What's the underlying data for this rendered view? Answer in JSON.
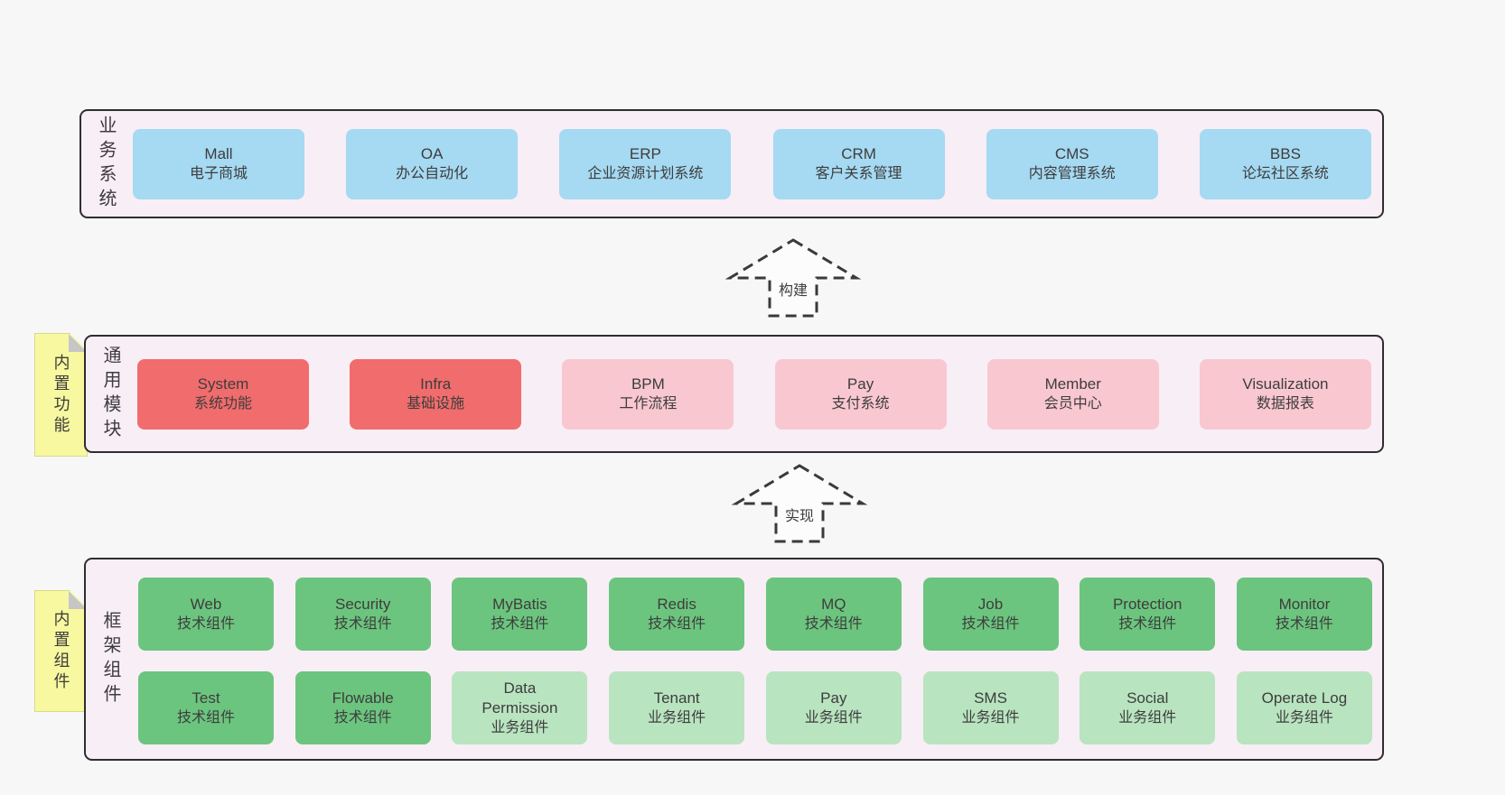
{
  "colors": {
    "page_bg": "#f7f7f7",
    "layer_bg": "#f8eef6",
    "layer_border": "#2e2e2e",
    "blue_box": "#a6d9f2",
    "red_box": "#f16c6c",
    "pink_box": "#f9c7d0",
    "green_box": "#6cc57e",
    "light_green_box": "#b9e4c0",
    "note_bg": "#f8f8a0",
    "text": "#3d3d3d"
  },
  "layers": [
    {
      "label": "业务系统",
      "boxes": [
        {
          "name": "Mall",
          "desc": "电子商城",
          "variant": "blue"
        },
        {
          "name": "OA",
          "desc": "办公自动化",
          "variant": "blue"
        },
        {
          "name": "ERP",
          "desc": "企业资源计划系统",
          "variant": "blue"
        },
        {
          "name": "CRM",
          "desc": "客户关系管理",
          "variant": "blue"
        },
        {
          "name": "CMS",
          "desc": "内容管理系统",
          "variant": "blue"
        },
        {
          "name": "BBS",
          "desc": "论坛社区系统",
          "variant": "blue"
        }
      ]
    },
    {
      "label": "通用模块",
      "note": "内置功能",
      "boxes": [
        {
          "name": "System",
          "desc": "系统功能",
          "variant": "red"
        },
        {
          "name": "Infra",
          "desc": "基础设施",
          "variant": "red"
        },
        {
          "name": "BPM",
          "desc": "工作流程",
          "variant": "pink"
        },
        {
          "name": "Pay",
          "desc": "支付系统",
          "variant": "pink"
        },
        {
          "name": "Member",
          "desc": "会员中心",
          "variant": "pink"
        },
        {
          "name": "Visualization",
          "desc": "数据报表",
          "variant": "pink"
        }
      ]
    },
    {
      "label": "框架组件",
      "note": "内置组件",
      "rows": [
        [
          {
            "name": "Web",
            "desc": "技术组件",
            "variant": "green"
          },
          {
            "name": "Security",
            "desc": "技术组件",
            "variant": "green"
          },
          {
            "name": "MyBatis",
            "desc": "技术组件",
            "variant": "green"
          },
          {
            "name": "Redis",
            "desc": "技术组件",
            "variant": "green"
          },
          {
            "name": "MQ",
            "desc": "技术组件",
            "variant": "green"
          },
          {
            "name": "Job",
            "desc": "技术组件",
            "variant": "green"
          },
          {
            "name": "Protection",
            "desc": "技术组件",
            "variant": "green"
          },
          {
            "name": "Monitor",
            "desc": "技术组件",
            "variant": "green"
          }
        ],
        [
          {
            "name": "Test",
            "desc": "技术组件",
            "variant": "green"
          },
          {
            "name": "Flowable",
            "desc": "技术组件",
            "variant": "green"
          },
          {
            "name": "Data Permission",
            "desc": "业务组件",
            "variant": "lightgreen"
          },
          {
            "name": "Tenant",
            "desc": "业务组件",
            "variant": "lightgreen"
          },
          {
            "name": "Pay",
            "desc": "业务组件",
            "variant": "lightgreen"
          },
          {
            "name": "SMS",
            "desc": "业务组件",
            "variant": "lightgreen"
          },
          {
            "name": "Social",
            "desc": "业务组件",
            "variant": "lightgreen"
          },
          {
            "name": "Operate Log",
            "desc": "业务组件",
            "variant": "lightgreen"
          }
        ]
      ]
    }
  ],
  "arrows": [
    {
      "label": "构建"
    },
    {
      "label": "实现"
    }
  ]
}
